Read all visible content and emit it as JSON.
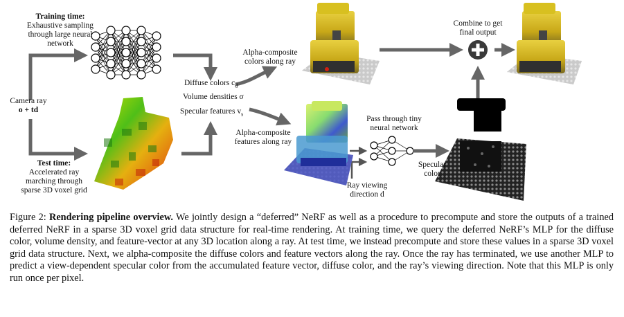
{
  "diagram": {
    "training_time": {
      "title": "Training time:",
      "desc": [
        "Exhaustive sampling",
        "through large neural",
        "network"
      ]
    },
    "camera_ray": {
      "line1": "Camera ray",
      "line2": "o + td"
    },
    "test_time": {
      "title": "Test time:",
      "desc": [
        "Accelerated ray",
        "marching through",
        "sparse 3D voxel grid"
      ]
    },
    "outputs": {
      "diffuse": "Diffuse colors c",
      "diffuse_sub": "d",
      "density": "Volume densities σ",
      "specular_features": "Specular features v",
      "specular_features_sub": "s"
    },
    "alpha_colors": [
      "Alpha-composite",
      "colors along ray"
    ],
    "alpha_features": [
      "Alpha-composite",
      "features along ray"
    ],
    "tiny_network": [
      "Pass through tiny",
      "neural network"
    ],
    "ray_direction": {
      "line1": "Ray viewing",
      "line2": "direction d"
    },
    "specular_color": [
      "Specular",
      "color"
    ],
    "combine": [
      "Combine to get",
      "final output"
    ],
    "colors": {
      "arrow": "#666666",
      "plus_bg": "#3a3a3a"
    }
  },
  "caption": {
    "label": "Figure 2:",
    "title": "Rendering pipeline overview.",
    "body": "We jointly design a “deferred” NeRF as well as a procedure to precompute and store the outputs of a trained deferred NeRF in a sparse 3D voxel grid data structure for real-time rendering. At training time, we query the deferred NeRF’s MLP for the diffuse color, volume density, and feature-vector at any 3D location along a ray. At test time, we instead precompute and store these values in a sparse 3D voxel grid data structure. Next, we alpha-composite the diffuse colors and feature vectors along the ray. Once the ray has terminated, we use another MLP to predict a view-dependent specular color from the accumulated feature vector, diffuse color, and the ray’s viewing direction. Note that this MLP is only run once per pixel."
  }
}
